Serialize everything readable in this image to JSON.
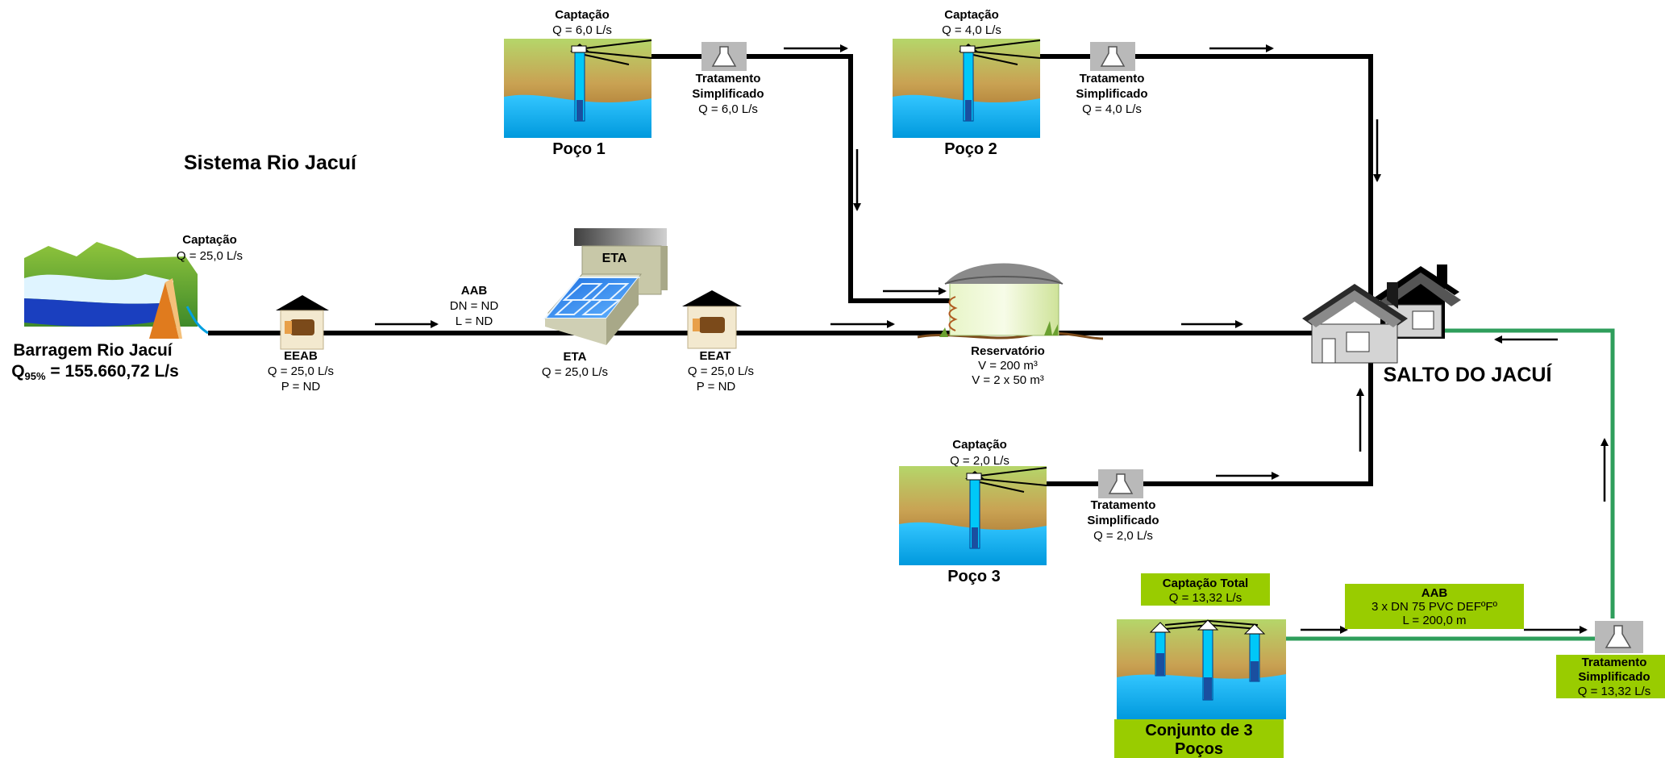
{
  "title": "Sistema Rio Jacuí",
  "colors": {
    "pipe": "#000000",
    "green_pipe": "#2e9e5b",
    "label_green": "#99cc00",
    "water": "#00b0f0"
  },
  "barragem": {
    "name": "Barragem Rio Jacuí",
    "q95_prefix": "Q",
    "q95_sub": "95%",
    "q95_value": " = 155.660,72 L/s",
    "captacao_title": "Captação",
    "captacao_q": "Q = 25,0 L/s"
  },
  "eeab": {
    "name": "EEAB",
    "q": "Q = 25,0 L/s",
    "p": "P = ND"
  },
  "aab_main": {
    "name": "AAB",
    "dn": "DN = ND",
    "l": "L = ND"
  },
  "eta": {
    "sign": "ETA",
    "name": "ETA",
    "q": "Q = 25,0 L/s"
  },
  "eeat": {
    "name": "EEAT",
    "q": "Q = 25,0 L/s",
    "p": "P = ND"
  },
  "reservatorio": {
    "name": "Reservatório",
    "v1": "V = 200 m³",
    "v2": "V = 2 x 50 m³"
  },
  "poco1": {
    "captacao_title": "Captação",
    "captacao_q": "Q = 6,0 L/s",
    "name": "Poço 1",
    "trat1": "Tratamento",
    "trat2": "Simplificado",
    "trat_q": "Q = 6,0 L/s"
  },
  "poco2": {
    "captacao_title": "Captação",
    "captacao_q": "Q = 4,0 L/s",
    "name": "Poço 2",
    "trat1": "Tratamento",
    "trat2": "Simplificado",
    "trat_q": "Q = 4,0 L/s"
  },
  "poco3": {
    "captacao_title": "Captação",
    "captacao_q": "Q = 2,0 L/s",
    "name": "Poço 3",
    "trat1": "Tratamento",
    "trat2": "Simplificado",
    "trat_q": "Q = 2,0 L/s"
  },
  "city": {
    "name": "SALTO DO JACUÍ"
  },
  "conjunto": {
    "captacao_title": "Captação Total",
    "captacao_q": "Q = 13,32 L/s",
    "name1": "Conjunto de 3",
    "name2": "Poços",
    "aab_title": "AAB",
    "aab_dn": "3 x DN 75  PVC DEFºFº",
    "aab_l": "L = 200,0 m",
    "trat1": "Tratamento",
    "trat2": "Simplificado",
    "trat_q": "Q = 13,32 L/s"
  }
}
